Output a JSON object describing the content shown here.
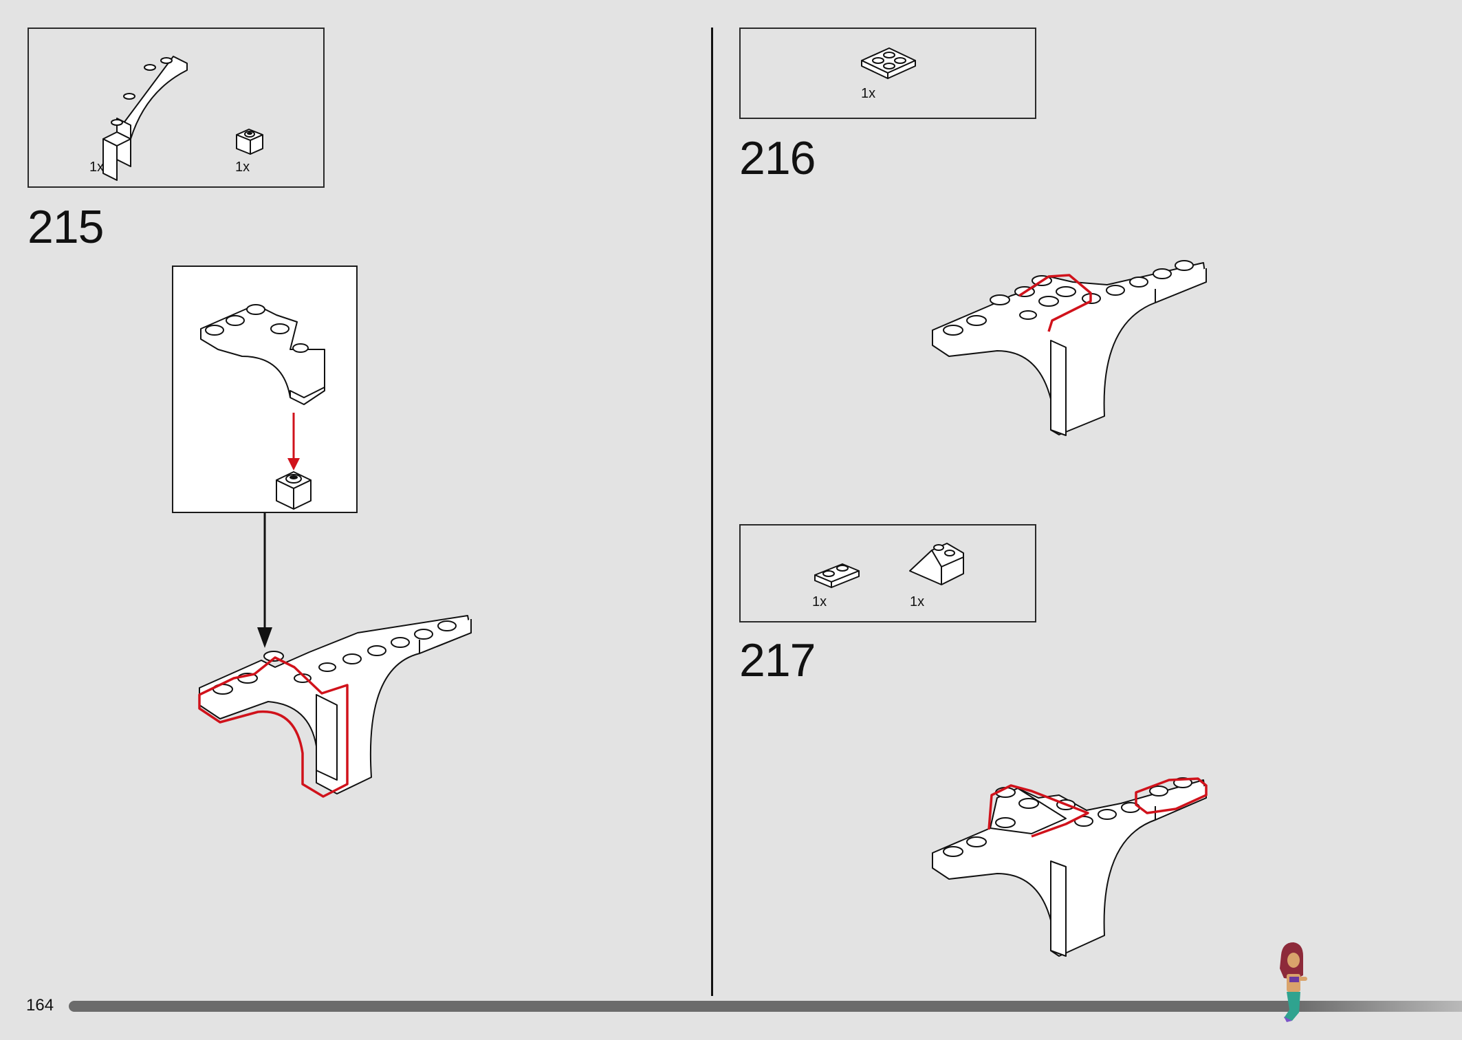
{
  "page": {
    "page_number": "164",
    "progress": 0.88
  },
  "steps": [
    {
      "number": "215",
      "parts": [
        {
          "name": "arch brick",
          "qty": "1x"
        },
        {
          "name": "1x1 brick",
          "qty": "1x"
        }
      ]
    },
    {
      "number": "216",
      "parts": [
        {
          "name": "2x2 plate",
          "qty": "1x"
        }
      ]
    },
    {
      "number": "217",
      "parts": [
        {
          "name": "1x2 plate",
          "qty": "1x"
        },
        {
          "name": "2x2 slope",
          "qty": "1x"
        }
      ]
    }
  ],
  "colors": {
    "background": "#e3e3e3",
    "highlight": "#d0121b",
    "progress_bar": "#6b6b6b"
  },
  "icons": [
    "arrow-down-icon",
    "minifigure-icon"
  ]
}
